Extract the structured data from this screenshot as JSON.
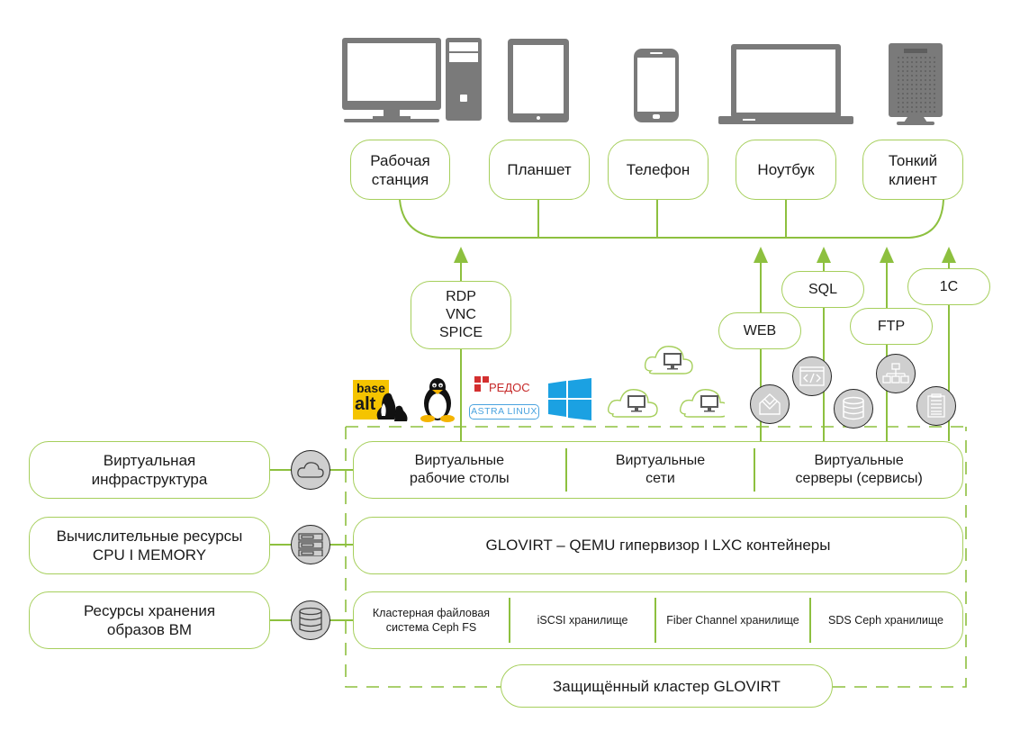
{
  "colors": {
    "accent": "#8dc03f",
    "box_border": "#a6cf5c",
    "device_gray": "#7a7a7a",
    "icon_bg": "#cfcfcf"
  },
  "devices": [
    {
      "label": "Рабочая\nстанция",
      "icon": "desktop-pc-icon"
    },
    {
      "label": "Планшет",
      "icon": "tablet-icon"
    },
    {
      "label": "Телефон",
      "icon": "smartphone-icon"
    },
    {
      "label": "Ноутбук",
      "icon": "laptop-icon"
    },
    {
      "label": "Тонкий\nклиент",
      "icon": "thin-client-icon"
    }
  ],
  "protocols": {
    "remote_desktop": "RDP\nVNC\nSPICE"
  },
  "services": [
    {
      "label": "WEB",
      "icon": "mail-envelope-icon"
    },
    {
      "label": "SQL",
      "icon": "code-window-icon"
    },
    {
      "label": "FTP",
      "icon": "network-hierarchy-icon"
    },
    {
      "label": "1C",
      "icon": "document-list-icon"
    }
  ],
  "os_logos": [
    {
      "name": "base alt",
      "line1": "base",
      "line2": "alt"
    },
    {
      "name": "Linux",
      "icon": "tux-penguin-icon"
    },
    {
      "name": "РЕДОС",
      "text": "РЕДОС"
    },
    {
      "name": "Astra Linux",
      "text": "ASTRA LINUX"
    },
    {
      "name": "Windows",
      "icon": "windows-logo-icon"
    }
  ],
  "layers": [
    {
      "label": "Виртуальная\nинфраструктура",
      "icon": "cloud-icon",
      "segments": [
        "Виртуальные\nрабочие столы",
        "Виртуальные\nсети",
        "Виртуальные\nсерверы (сервисы)"
      ]
    },
    {
      "label": "Вычислительные ресурсы\nCPU I MEMORY",
      "icon": "server-rack-icon",
      "segments": [
        "GLOVIRT – QEMU гипервизор I LXC контейнеры"
      ]
    },
    {
      "label": "Ресурсы хранения\nобразов ВМ",
      "icon": "database-storage-icon",
      "segments": [
        "Кластерная файловая\nсистема Ceph FS",
        "iSCSI хранилище",
        "Fiber Channel хранилище",
        "SDS Ceph хранилище"
      ]
    }
  ],
  "cluster_label": "Защищённый кластер GLOVIRT"
}
